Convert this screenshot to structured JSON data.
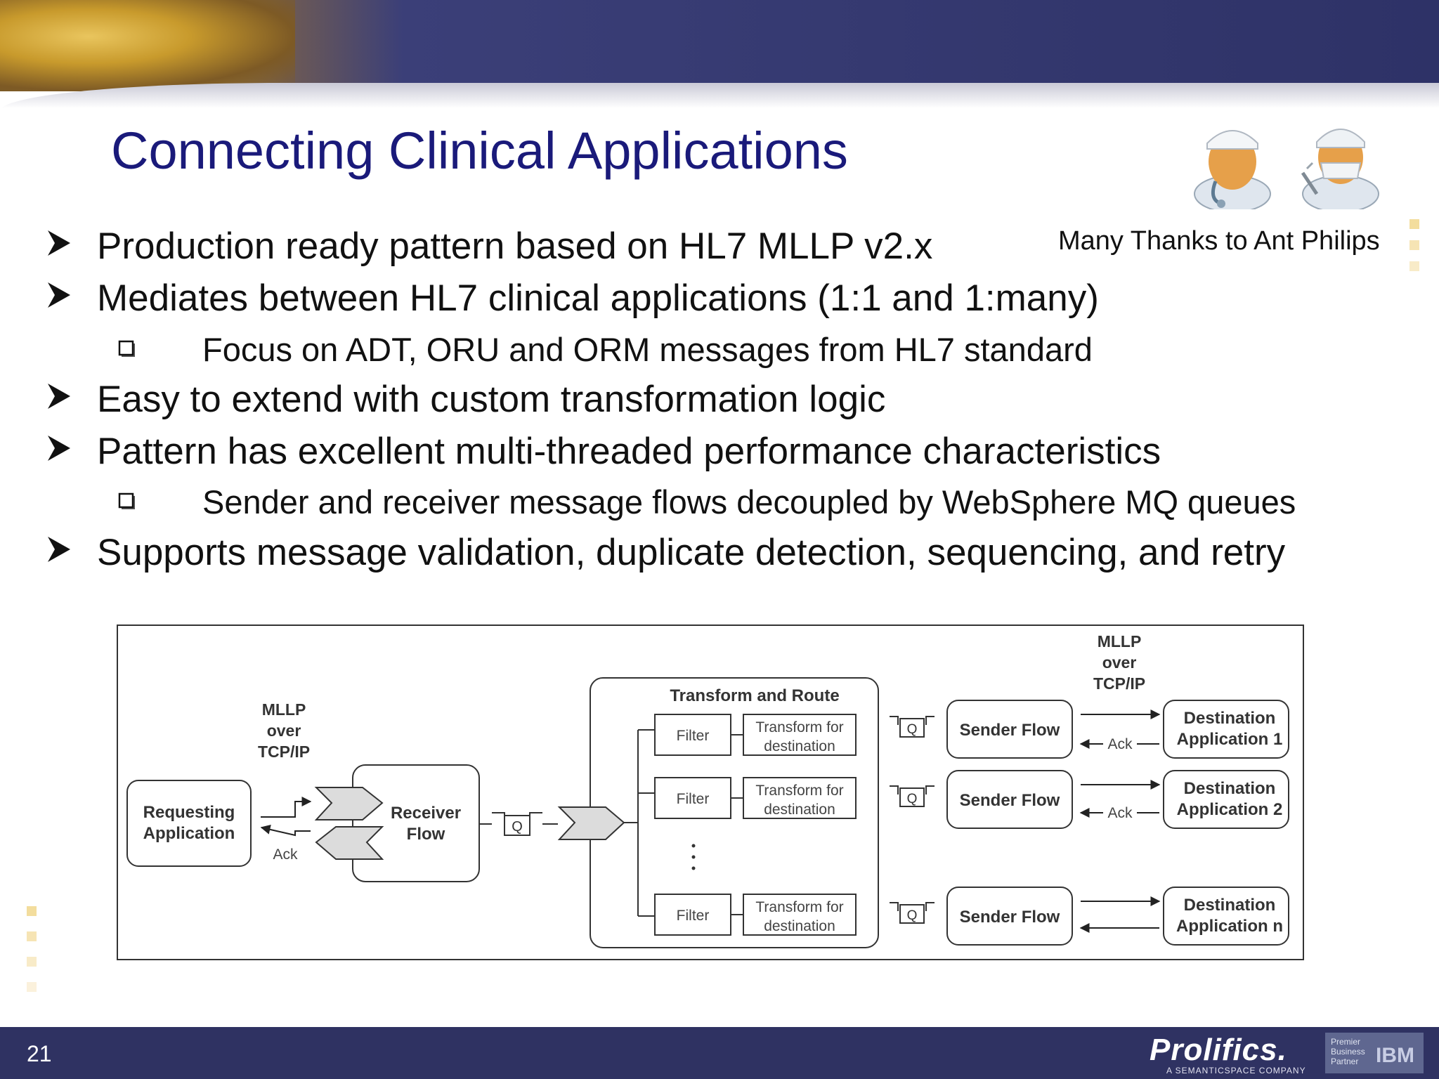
{
  "slide": {
    "title": "Connecting Clinical Applications",
    "acknowledgement": "Many Thanks to Ant Philips",
    "number": "21"
  },
  "bullets": [
    {
      "level": 1,
      "text": "Production ready pattern based on HL7 MLLP v2.x"
    },
    {
      "level": 1,
      "text": "Mediates between HL7 clinical applications (1:1 and 1:many)"
    },
    {
      "level": 2,
      "text": "Focus on ADT, ORU and ORM messages from HL7 standard"
    },
    {
      "level": 1,
      "text": "Easy to extend with custom transformation logic"
    },
    {
      "level": 1,
      "text": "Pattern has excellent multi-threaded performance characteristics"
    },
    {
      "level": 2,
      "text": "Sender and receiver message flows decoupled by WebSphere MQ queues"
    },
    {
      "level": 1,
      "text": "Supports message validation, duplicate detection, sequencing, and retry"
    }
  ],
  "diagram": {
    "requesting_app": [
      "Requesting",
      "Application"
    ],
    "mllp_left": [
      "MLLP",
      "over",
      "TCP/IP"
    ],
    "ack_left": "Ack",
    "receiver_flow": [
      "Receiver",
      "Flow"
    ],
    "queue": "Q",
    "transform_title": "Transform and Route",
    "filter": "Filter",
    "transform_box": [
      "Transform for",
      "destination"
    ],
    "sender_flow": "Sender Flow",
    "mllp_right": [
      "MLLP",
      "over",
      "TCP/IP"
    ],
    "ack_right": "Ack",
    "destinations": [
      [
        "Destination",
        "Application 1"
      ],
      [
        "Destination",
        "Application 2"
      ],
      [
        "Destination",
        "Application n"
      ]
    ]
  },
  "footer": {
    "logo": "Prolifics.",
    "logo_tagline": "A SEMANTICSPACE COMPANY",
    "badge": [
      "Premier",
      "Business",
      "Partner"
    ],
    "badge_brand": "IBM"
  }
}
